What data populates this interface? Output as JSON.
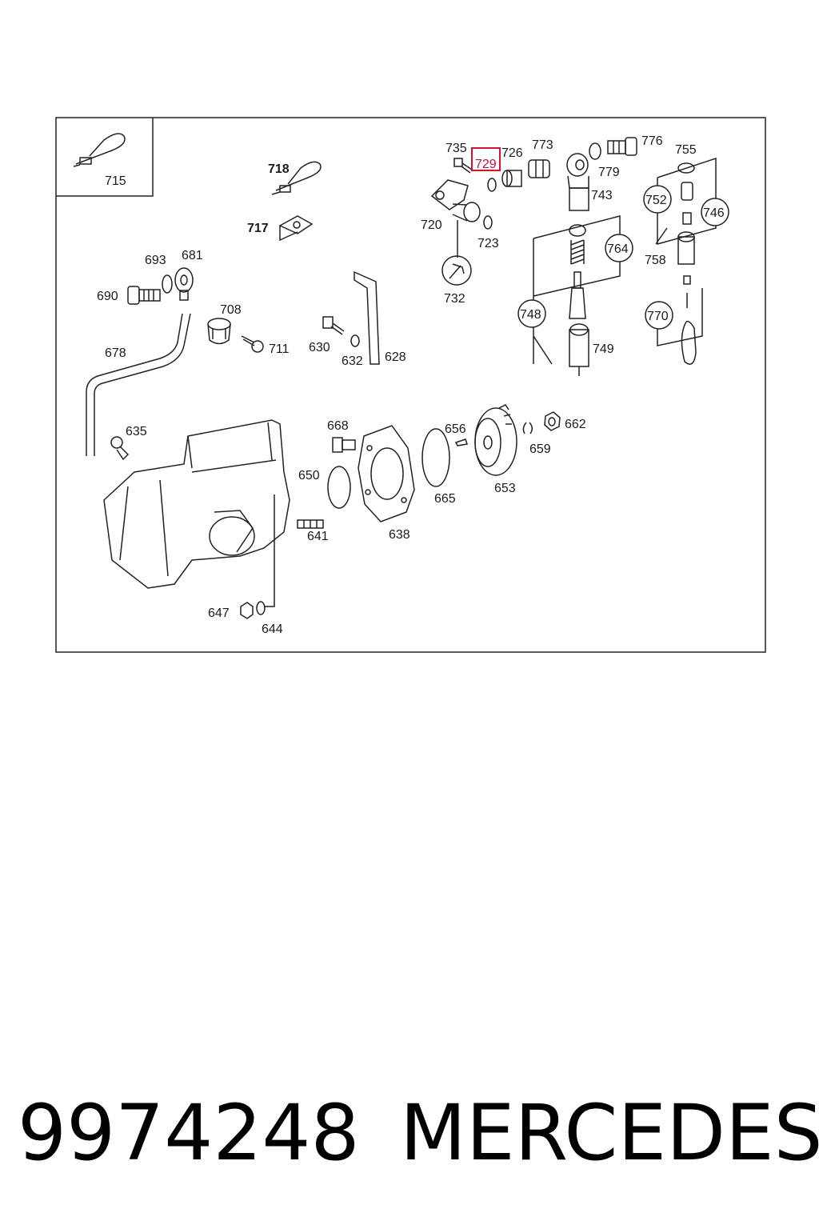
{
  "diagram": {
    "labels": {
      "l715": "715",
      "l718": "718",
      "l717": "717",
      "l735": "735",
      "l729": "729",
      "l726": "726",
      "l773": "773",
      "l776": "776",
      "l779": "779",
      "l755": "755",
      "l743": "743",
      "l720": "720",
      "l723": "723",
      "l732": "732",
      "l752": "752",
      "l746": "746",
      "l758": "758",
      "l764": "764",
      "l748": "748",
      "l770": "770",
      "l749": "749",
      "l693": "693",
      "l681": "681",
      "l690": "690",
      "l708": "708",
      "l711": "711",
      "l678": "678",
      "l630": "630",
      "l632": "632",
      "l628": "628",
      "l635": "635",
      "l668": "668",
      "l650": "650",
      "l641": "641",
      "l638": "638",
      "l656": "656",
      "l665": "665",
      "l653": "653",
      "l659": "659",
      "l662": "662",
      "l647": "647",
      "l644": "644"
    },
    "highlighted_part": "729",
    "highlight_color": "#d9112f"
  },
  "footer": {
    "part_number": "9974248",
    "brand": "MERCEDES"
  }
}
